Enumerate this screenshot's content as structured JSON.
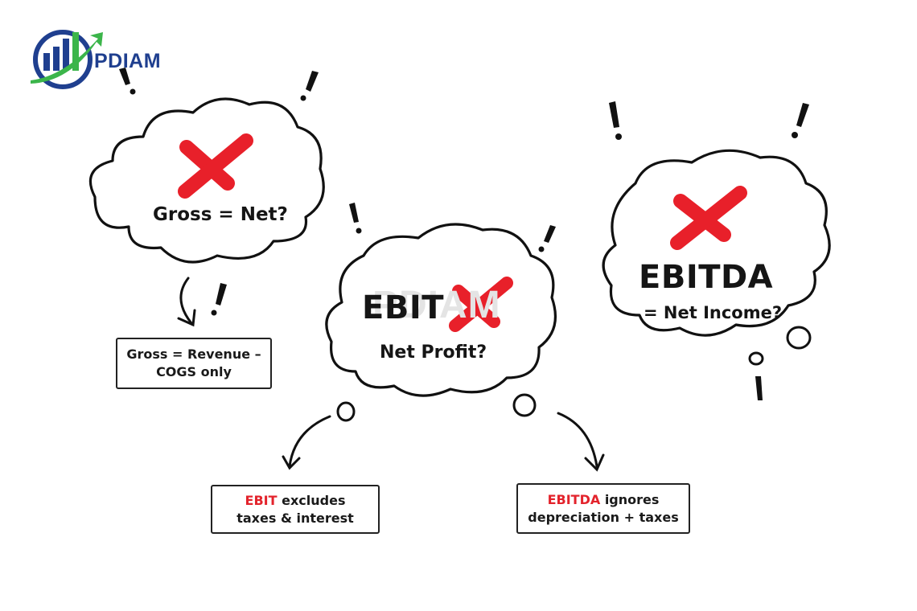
{
  "logo": {
    "name": "PDIAM",
    "icon": "bar-chart-swoosh-logo"
  },
  "watermark": "PDIAM",
  "clouds": [
    {
      "main": "Gross = Net?",
      "sub": ""
    },
    {
      "main": "EBIT",
      "sub": "Net Profit?"
    },
    {
      "main": "EBITDA",
      "sub": "= Net Income?"
    }
  ],
  "notes": [
    {
      "highlight": "",
      "line1": "Gross = Revenue –",
      "line2": "COGS only"
    },
    {
      "highlight": "EBIT",
      "line1": " excludes",
      "line2": "taxes & interest"
    },
    {
      "highlight": "EBITDA",
      "line1": " ignores",
      "line2": "depreciation + taxes"
    }
  ],
  "colors": {
    "cross": "#e8202a",
    "highlight": "#e3232c",
    "logo_blue": "#1f3f8f",
    "logo_green": "#3bb54a",
    "ink": "#151515"
  }
}
